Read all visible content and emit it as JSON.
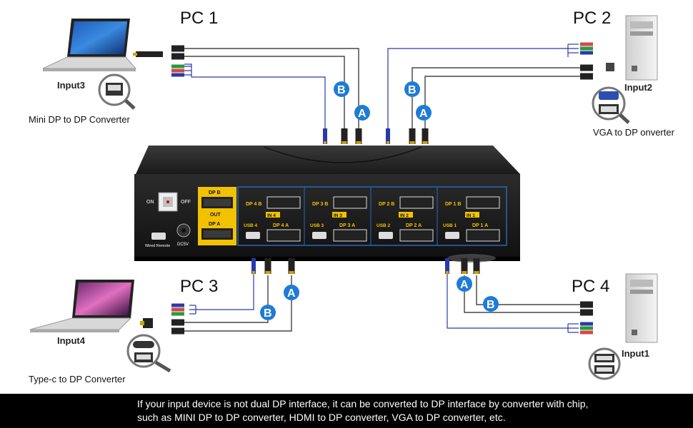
{
  "pcs": {
    "pc1": "PC 1",
    "pc2": "PC 2",
    "pc3": "PC 3",
    "pc4": "PC 4"
  },
  "inputs": {
    "input1": "Input1",
    "input2": "Input2",
    "input3": "Input3",
    "input4": "Input4"
  },
  "converters": {
    "mini_dp": "Mini DP to DP Converter",
    "vga": "VGA to DP onverter",
    "type_c": "Type-c to DP Converter"
  },
  "badges": {
    "a": "A",
    "b": "B"
  },
  "device": {
    "on": "ON",
    "off": "OFF",
    "dcsv": "DC5V",
    "wired_remote": "Wired Remote",
    "out_dp_b": "DP B",
    "out_label": "OUT",
    "out_dp_a": "DP A",
    "ports": [
      {
        "dp_b": "DP 4 B",
        "in": "IN 4",
        "usb": "USB 4",
        "dp_a": "DP 4 A"
      },
      {
        "dp_b": "DP 3 B",
        "in": "IN 3",
        "usb": "USB 3",
        "dp_a": "DP 3 A"
      },
      {
        "dp_b": "DP 2 B",
        "in": "IN 2",
        "usb": "USB 2",
        "dp_a": "DP 2 A"
      },
      {
        "dp_b": "DP 1 B",
        "in": "IN 1",
        "usb": "USB 1",
        "dp_a": "DP 1 A"
      }
    ]
  },
  "caption": {
    "line1": "If your input device is not dual DP interface, it can be converted to DP  interface by converter with chip,",
    "line2": "such as MINI DP to DP converter, HDMI to DP converter, VGA to DP converter, etc."
  },
  "colors": {
    "badge_blue": "#1f7bd6",
    "wire_blue": "#2a3aa8",
    "port_yellow": "#f2c200",
    "panel_frame": "#2a66b8",
    "caption_bg": "#000000"
  }
}
